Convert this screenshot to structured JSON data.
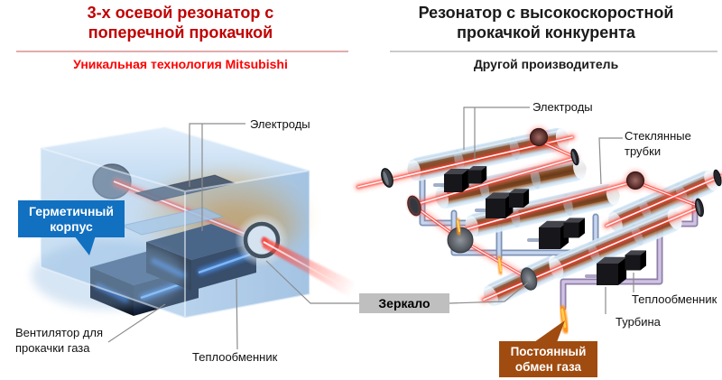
{
  "left_panel": {
    "title": "3-х осевой резонатор с\nпоперечной прокачкой",
    "subtitle": "Уникальная технология Mitsubishi",
    "labels": {
      "electrodes": "Электроды",
      "housing": "Герметичный\nкорпус",
      "fan": "Вентилятор для\nпрокачки газа",
      "heat_exchanger": "Теплообменник"
    }
  },
  "right_panel": {
    "title": "Резонатор с высокоскоростной\nпрокачкой конкурента",
    "subtitle": "Другой производитель",
    "labels": {
      "electrodes": "Электроды",
      "glass_tubes": "Стеклянные\nтрубки",
      "heat_exchanger": "Теплообменник",
      "turbine": "Турбина",
      "gas_exchange": "Постоянный\nобмен газа"
    }
  },
  "shared": {
    "mirror_label": "Зеркало"
  },
  "colors": {
    "title_red": "#C00000",
    "subtitle_red": "#FF0000",
    "callout_blue": "#1170C0",
    "callout_brown": "#A04B10",
    "mirror_gray": "#BFBFBF",
    "beam_red": "#FF3B30",
    "text_dark": "#1a1a1a"
  }
}
